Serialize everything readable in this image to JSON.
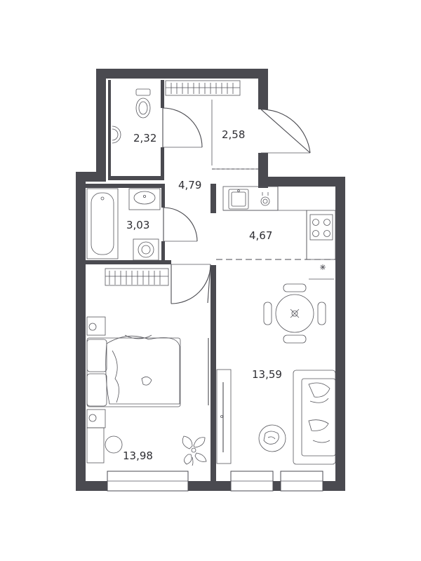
{
  "rooms": [
    {
      "id": "wc",
      "area": "2,32"
    },
    {
      "id": "storage",
      "area": "2,58"
    },
    {
      "id": "hall",
      "area": "4,79"
    },
    {
      "id": "bathroom",
      "area": "3,03"
    },
    {
      "id": "kitchen",
      "area": "4,67"
    },
    {
      "id": "living",
      "area": "13,59"
    },
    {
      "id": "bedroom",
      "area": "13,98"
    }
  ],
  "colors": {
    "wall": "#4a4a50",
    "line": "#4a4a50",
    "text": "#2e2e33",
    "background": "#ffffff"
  }
}
